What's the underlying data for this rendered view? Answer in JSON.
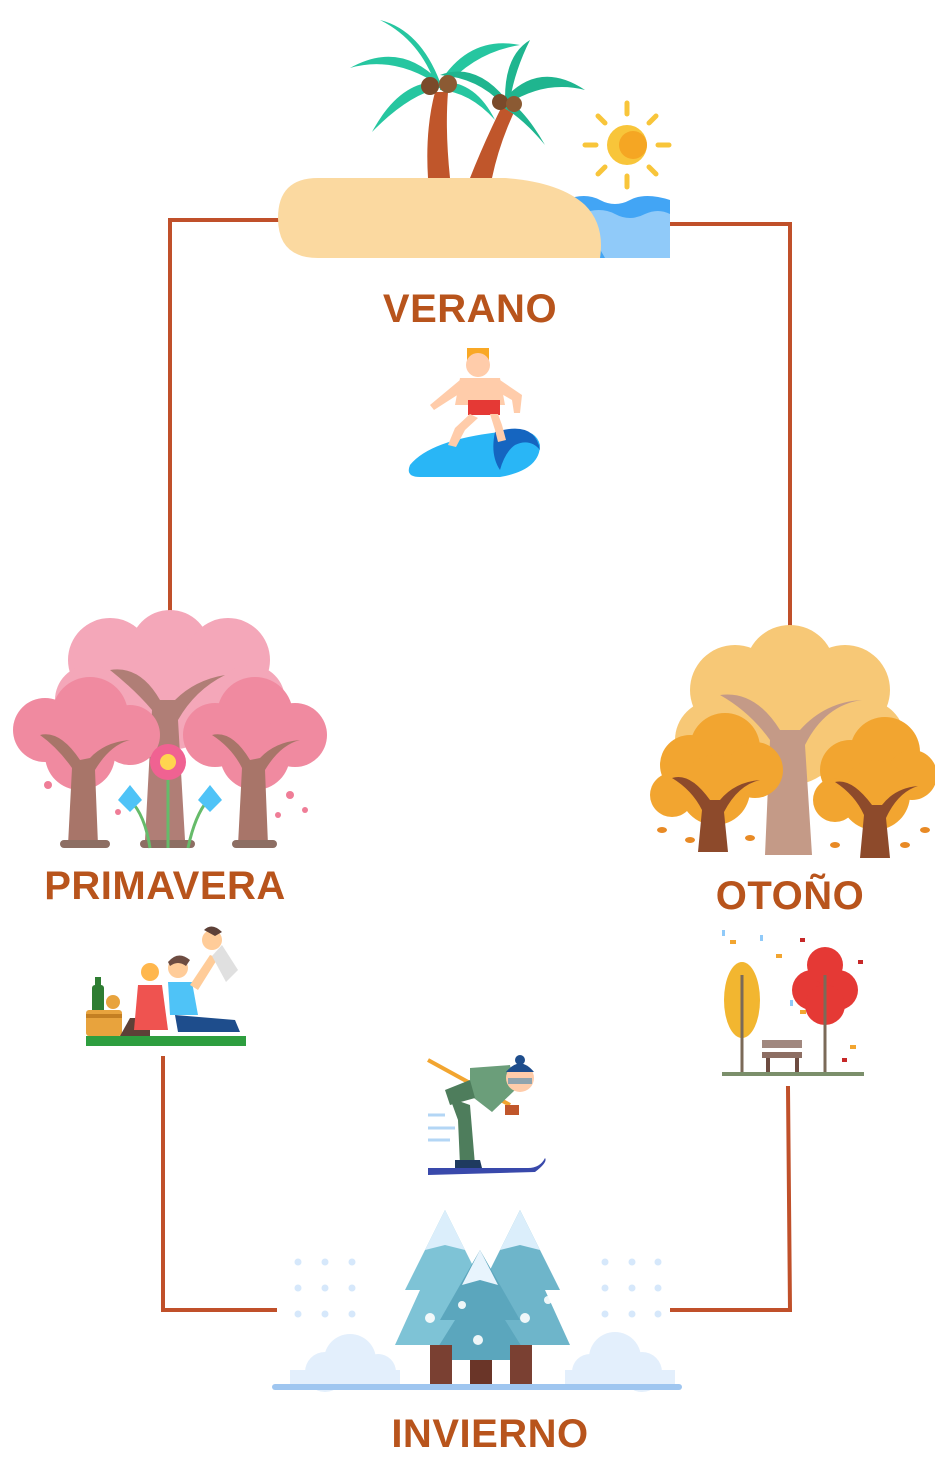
{
  "seasons": {
    "summer": {
      "label": "VERANO",
      "icon": "palm-beach-icon",
      "activity_icon": "surfer-icon"
    },
    "spring": {
      "label": "PRIMAVERA",
      "icon": "blossom-trees-icon",
      "activity_icon": "picnic-icon"
    },
    "autumn": {
      "label": "OTOÑO",
      "icon": "autumn-trees-icon",
      "activity_icon": "autumn-park-icon"
    },
    "winter": {
      "label": "INVIERNO",
      "icon": "snowy-pines-icon",
      "activity_icon": "skier-icon"
    }
  },
  "colors": {
    "label": "#b8541c",
    "connector": "#c0502a"
  }
}
